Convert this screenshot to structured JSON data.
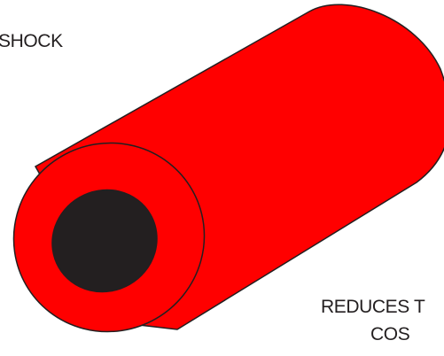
{
  "labels": {
    "top": "SHOCK",
    "bottom_line1": "REDUCES T",
    "bottom_line2": "COS"
  },
  "illustration": {
    "name": "red-tube-cylinder",
    "body_color": "#ff0000",
    "outline_color": "#231f20",
    "hole_color": "#231f20"
  }
}
